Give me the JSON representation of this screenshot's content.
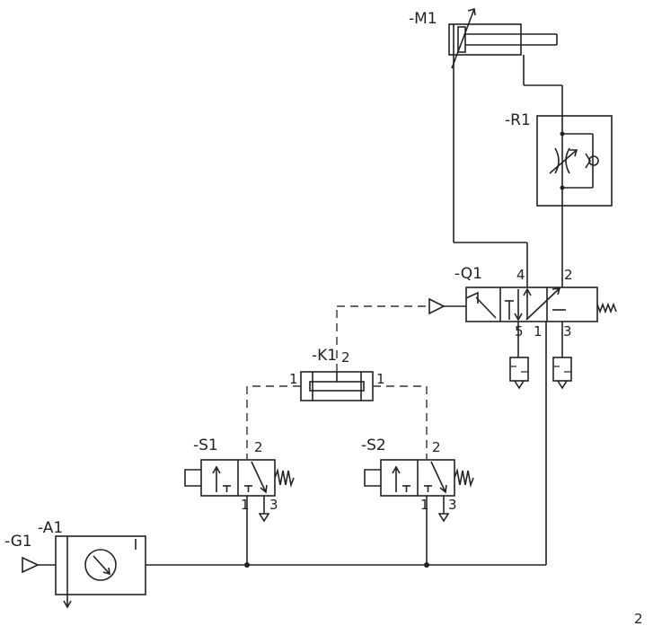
{
  "components": {
    "cylinder": {
      "tag": "-M1"
    },
    "throttle_check_valve": {
      "tag": "-R1"
    },
    "main_valve": {
      "tag": "-Q1",
      "ports": {
        "p4": "4",
        "p2": "2",
        "p5": "5",
        "p1": "1",
        "p3": "3"
      }
    },
    "shuttle_valve": {
      "tag": "-K1",
      "ports": {
        "out": "2",
        "in_left": "1",
        "in_right": "1"
      }
    },
    "pushbutton_s1": {
      "tag": "-S1",
      "ports": {
        "out": "2",
        "in": "1",
        "exh": "3"
      }
    },
    "pushbutton_s2": {
      "tag": "-S2",
      "ports": {
        "out": "2",
        "in": "1",
        "exh": "3"
      }
    },
    "service_unit": {
      "tag": "-A1"
    },
    "air_supply": {
      "tag": "-G1"
    }
  },
  "page_number": "2"
}
